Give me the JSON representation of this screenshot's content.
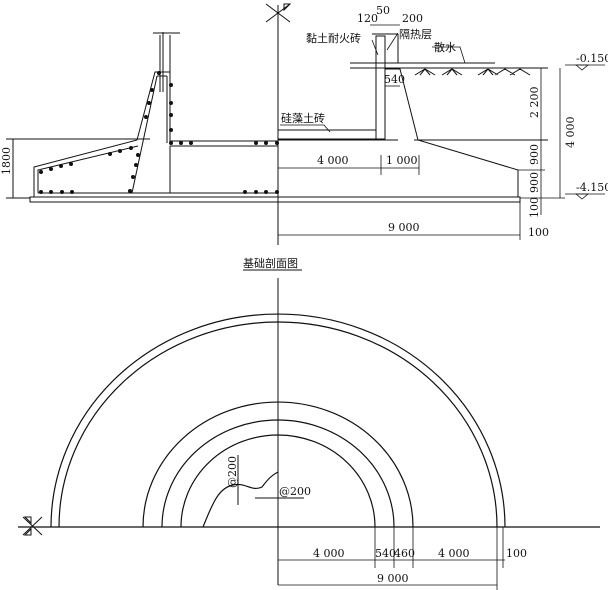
{
  "section": {
    "labels": {
      "clay_firebrick": "黏土耐火砖",
      "insulation": "隔热层",
      "apron": "散水",
      "diatomite_brick": "硅藻土砖"
    },
    "dims": {
      "d120": "120",
      "d50": "50",
      "d200": "200",
      "d540": "540",
      "d2200": "2 200",
      "d4000v": "4 000",
      "d900a": "900",
      "d900b": "900",
      "d100a": "100",
      "d100b": "100",
      "d4000h": "4 000",
      "d1000": "1 000",
      "d9000": "9 000",
      "d1800": "1800"
    },
    "elevations": {
      "top": "-0.150",
      "bottom": "-4.150"
    },
    "title": "基础剖面图"
  },
  "plan": {
    "rebar_v": "@200",
    "rebar_h": "@200",
    "dims": {
      "d4000a": "4 000",
      "d540": "540",
      "d460": "460",
      "d4000b": "4 000",
      "d100": "100",
      "d9000": "9 000"
    }
  }
}
